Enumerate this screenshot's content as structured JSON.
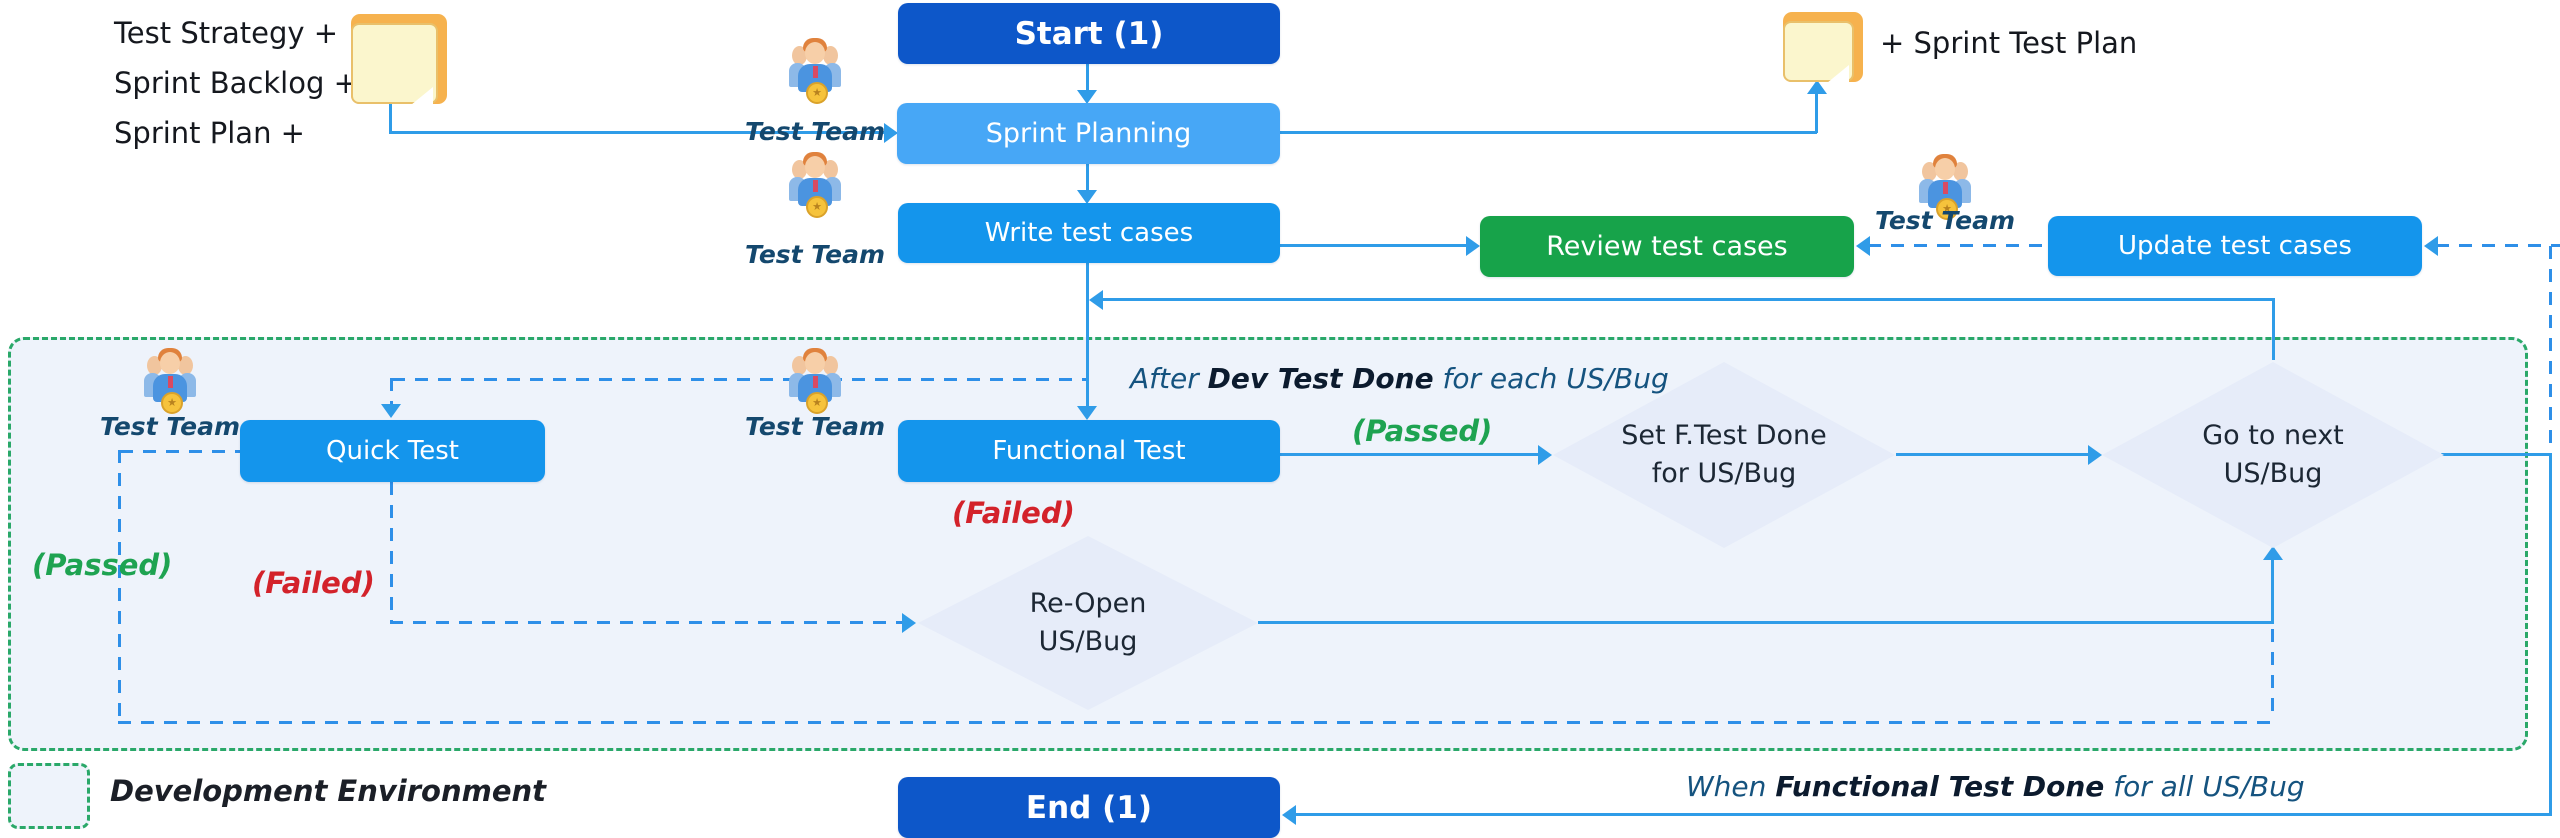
{
  "nodes": {
    "start": {
      "label": "Start (1)"
    },
    "sprint_planning": {
      "label": "Sprint Planning"
    },
    "write_test_cases": {
      "label": "Write test cases"
    },
    "review_test_cases": {
      "label": "Review test cases"
    },
    "update_test_cases": {
      "label": "Update test cases"
    },
    "quick_test": {
      "label": "Quick Test"
    },
    "functional_test": {
      "label": "Functional Test"
    },
    "set_ftest_done": {
      "line1": "Set F.Test Done",
      "line2": "for US/Bug"
    },
    "go_to_next": {
      "line1": "Go to next",
      "line2": "US/Bug"
    },
    "reopen": {
      "line1": "Re-Open",
      "line2": "US/Bug"
    },
    "end": {
      "label": "End (1)"
    }
  },
  "artifacts": {
    "left_note_lines": [
      "Test Strategy +",
      "Sprint Backlog +",
      "Sprint Plan +"
    ],
    "right_note_label": "+ Sprint Test Plan"
  },
  "annotations": {
    "test_team": "Test Team",
    "after": {
      "pre": "After ",
      "bold": "Dev Test Done",
      "post": " for each US/Bug"
    },
    "when": {
      "pre": "When ",
      "bold": "Functional Test Done",
      "post": " for all US/Bug"
    },
    "passed": "(Passed)",
    "failed": "(Failed)",
    "legend": "Development Environment",
    "medal_star": "★"
  },
  "colors": {
    "start_end_blue": "#0d57c9",
    "process_blue": "#1495ec",
    "planning_blue": "#47a7f6",
    "review_green": "#17a34a",
    "diamond_fill": "#e6ecf9",
    "region_fill": "#eef3fb",
    "region_border_green": "#2aa869",
    "connector_blue": "#2f9ce8",
    "dashed_blue": "#2e8fe8",
    "annotation_navy": "#15537f",
    "passed_green": "#1ea351",
    "failed_red": "#d3222a",
    "note_yellow": "#fbf6cd",
    "note_orange": "#f6b24e"
  }
}
